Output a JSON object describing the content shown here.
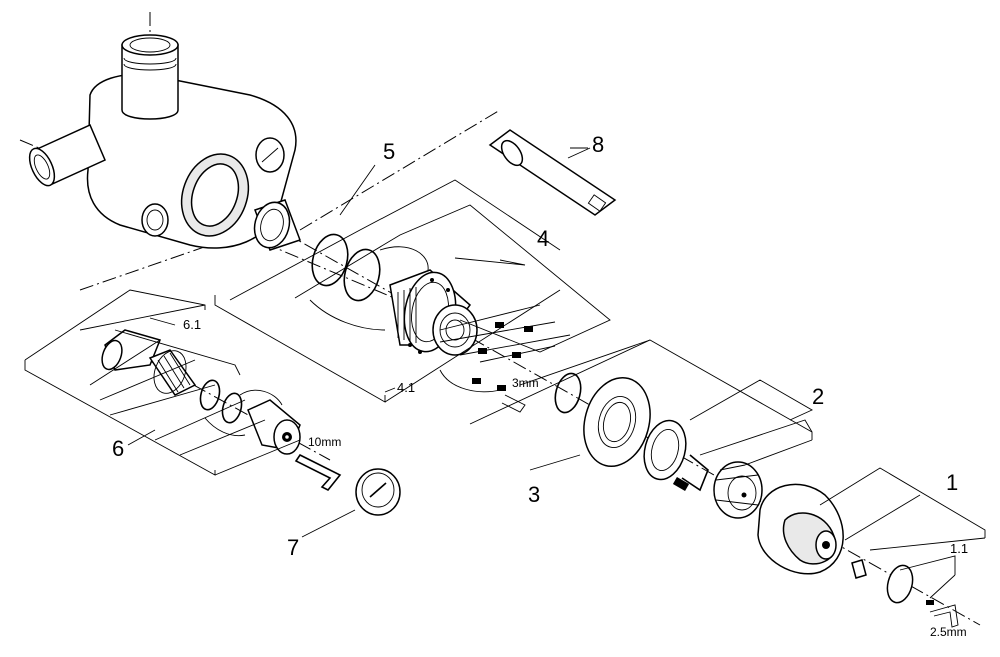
{
  "labels": {
    "p1": "1",
    "p1_1": "1.1",
    "p2": "2",
    "p3": "3",
    "p4": "4",
    "p4_1": "4.1",
    "p5": "5",
    "p6": "6",
    "p6_1": "6.1",
    "p7": "7",
    "p8": "8",
    "tool_3mm": "3mm",
    "tool_10mm": "10mm",
    "tool_2_5mm": "2.5mm"
  }
}
